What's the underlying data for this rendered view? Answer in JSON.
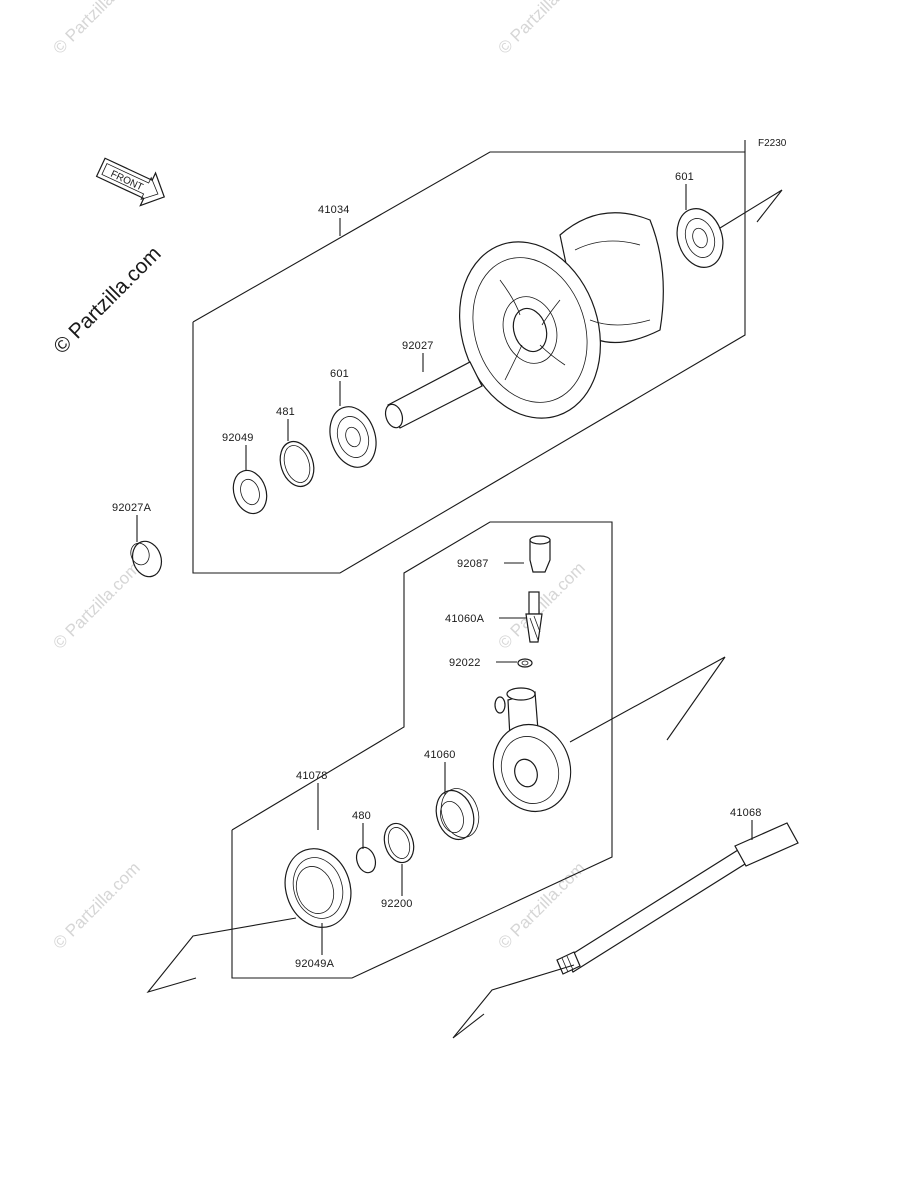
{
  "figure_code": "F2230",
  "brand_text": "© Partzilla.com",
  "watermark_text": "© Partzilla.com",
  "front_arrow_label": "FRONT",
  "parts": {
    "p41034": "41034",
    "p601_right": "601",
    "p601_left": "601",
    "p92027": "92027",
    "p481": "481",
    "p92049": "92049",
    "p92027A": "92027A",
    "p92087": "92087",
    "p41060A": "41060A",
    "p92022": "92022",
    "p41078": "41078",
    "p41060": "41060",
    "p480": "480",
    "p92200": "92200",
    "p92049A": "92049A",
    "p41068": "41068"
  }
}
